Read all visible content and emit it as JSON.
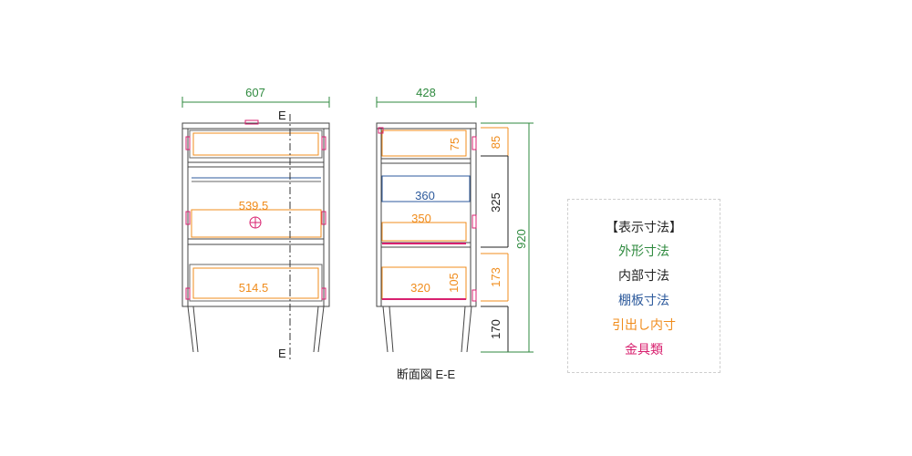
{
  "front": {
    "width": "607",
    "upper_inner": "539.5",
    "lower_inner": "514.5",
    "section_mark_top": "E",
    "section_mark_bottom": "E"
  },
  "section": {
    "depth": "428",
    "top_drawer_inner": "75",
    "shelf": "360",
    "middle_drawer": "350",
    "bottom_drawer_depth": "320",
    "bottom_drawer_inner": "105",
    "caption": "断面図 E-E"
  },
  "side_dims": {
    "top_height": "85",
    "middle_height": "325",
    "bottom_height": "173",
    "leg_height": "170",
    "total_height": "920"
  },
  "legend": {
    "title": "【表示寸法】",
    "items": [
      {
        "label": "外形寸法",
        "color": "#2f8a3f"
      },
      {
        "label": "内部寸法",
        "color": "#222222"
      },
      {
        "label": "棚板寸法",
        "color": "#2d5a9c"
      },
      {
        "label": "引出し内寸",
        "color": "#f08c1c"
      },
      {
        "label": "金具類",
        "color": "#d8216f"
      }
    ]
  },
  "colors": {
    "outline": "#444444",
    "green": "#2f8a3f",
    "orange": "#f08c1c",
    "blue": "#2d5a9c",
    "magenta": "#d8216f"
  }
}
